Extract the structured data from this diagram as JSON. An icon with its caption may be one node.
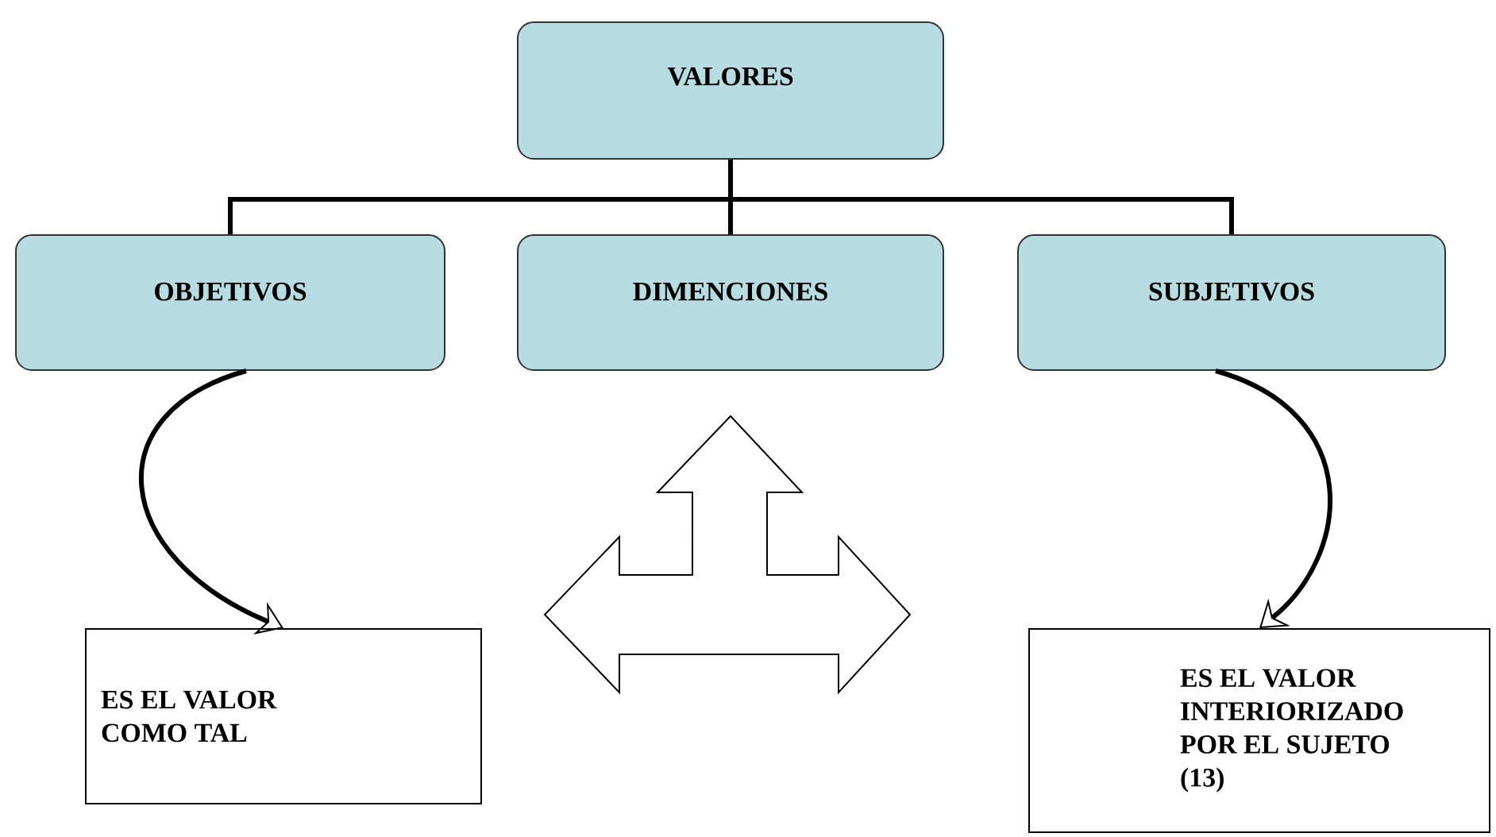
{
  "diagram": {
    "nodes": [
      {
        "text": [
          "VALORES"
        ]
      },
      {
        "text": [
          "OBJETIVOS"
        ]
      },
      {
        "text": [
          "DIMENCIONES"
        ]
      },
      {
        "text": [
          "SUBJETIVOS"
        ]
      },
      {
        "text": [
          "ES EL VALOR COMO TAL"
        ]
      },
      {
        "text": [
          "ES EL VALOR INTERIORIZADO POR EL SUJETO (13)"
        ]
      }
    ],
    "edges": [
      {
        "from": 0,
        "to": 1,
        "arrow": "none"
      },
      {
        "from": 0,
        "to": 2,
        "arrow": "none"
      },
      {
        "from": 0,
        "to": 3,
        "arrow": "none"
      },
      {
        "from": 1,
        "to": 4,
        "arrow": "to"
      },
      {
        "from": 3,
        "to": 5,
        "arrow": "to"
      }
    ]
  }
}
